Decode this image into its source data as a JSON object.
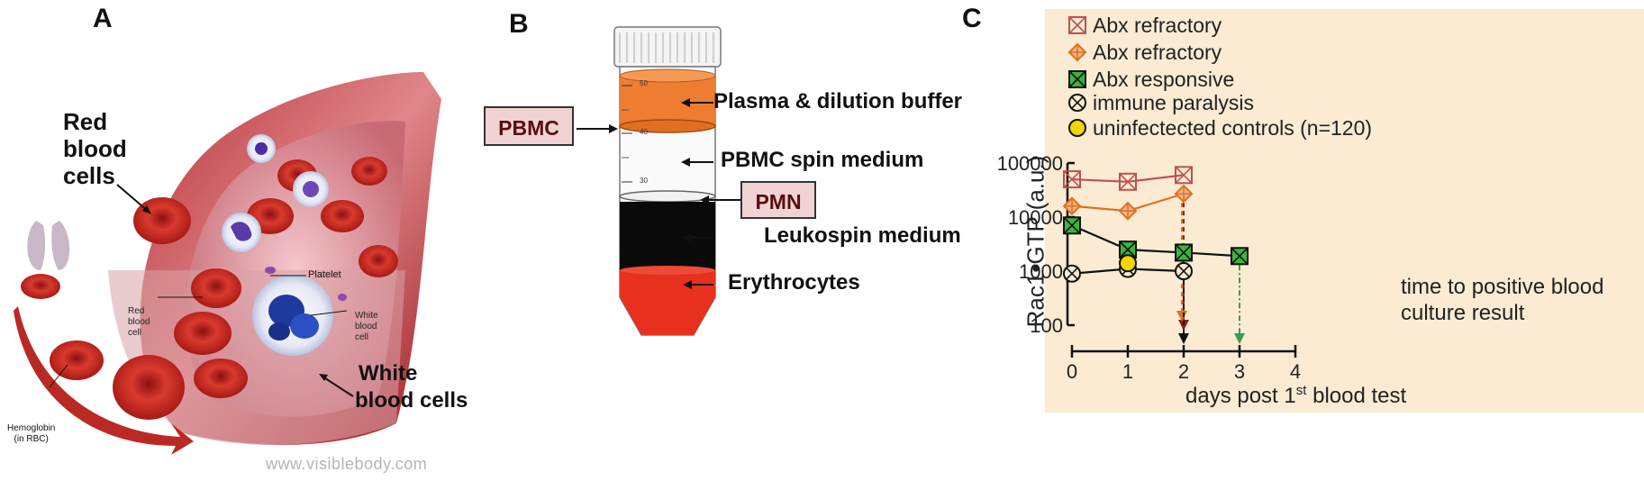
{
  "panels": {
    "a": {
      "letter": "A",
      "red_label_line1": "Red",
      "red_label_line2": "blood",
      "red_label_line3": "cells",
      "white_label_line1": "White",
      "white_label_line2": "blood cells",
      "platelet": "Platelet",
      "rbc_small_1": "Red",
      "rbc_small_2": "blood",
      "rbc_small_3": "cell",
      "wbc_small_1": "White",
      "wbc_small_2": "blood",
      "wbc_small_3": "cell",
      "hemoglobin_1": "Hemoglobin",
      "hemoglobin_2": "(in RBC)",
      "watermark": "www.visiblebody.com"
    },
    "b": {
      "letter": "B",
      "pbmc_box": "PBMC",
      "pmn_box": "PMN",
      "layer_plasma": "Plasma & dilution buffer",
      "layer_pbmc": "PBMC spin medium",
      "layer_leuko": "Leukospin medium",
      "layer_ery": "Erythrocytes",
      "tick_50": "50",
      "tick_40": "40",
      "tick_30": "30"
    },
    "c": {
      "letter": "C",
      "legend": [
        "Abx refractory",
        "Abx refractory",
        "Abx responsive",
        "immune paralysis",
        "uninfectected controls (n=120)"
      ],
      "annotation_1": "time to positive blood",
      "annotation_2": "culture result",
      "xlabel_main": "days post 1",
      "xlabel_sup": "st",
      "xlabel_end": " blood test",
      "ylabel": "Rac1•GTP (a.u.)"
    }
  },
  "chart_data": {
    "type": "line",
    "xlabel": "days post 1st blood test",
    "ylabel": "Rac1•GTP (a.u.)",
    "xlim": [
      0,
      4
    ],
    "ylim": [
      100,
      100000
    ],
    "yscale": "log",
    "x_ticks": [
      "0",
      "1",
      "2",
      "3",
      "4"
    ],
    "y_ticks": [
      "100",
      "1000",
      "10000",
      "100000"
    ],
    "legend_position": "top",
    "series": [
      {
        "name": "Abx refractory",
        "marker": "square-x",
        "color": "#c0504d",
        "points": [
          [
            0,
            50000
          ],
          [
            1,
            45000
          ],
          [
            2,
            60000
          ]
        ]
      },
      {
        "name": "Abx refractory",
        "marker": "diamond-plus",
        "color": "#e07020",
        "points": [
          [
            0,
            16000
          ],
          [
            1,
            13000
          ],
          [
            2,
            27000
          ]
        ]
      },
      {
        "name": "Abx responsive",
        "marker": "square-x-green",
        "color": "#3cb43c",
        "points": [
          [
            0,
            7000
          ],
          [
            1,
            2500
          ],
          [
            2,
            2200
          ],
          [
            3,
            1900
          ]
        ]
      },
      {
        "name": "immune paralysis",
        "marker": "circle-x",
        "color": "#111111",
        "points": [
          [
            0,
            900
          ],
          [
            1,
            1100
          ],
          [
            2,
            1000
          ]
        ]
      },
      {
        "name": "uninfectected controls (n=120)",
        "marker": "circle-yellow",
        "color": "#f2d600",
        "points": [
          [
            1,
            1400
          ]
        ]
      }
    ],
    "arrows": [
      {
        "x": 2,
        "color": "#8b2020",
        "style": "dashed"
      },
      {
        "x": 2,
        "color": "#e07020",
        "style": "dashed"
      },
      {
        "x": 2,
        "color": "#111111",
        "style": "dashed"
      },
      {
        "x": 3,
        "color": "#3a9a50",
        "style": "dash-dot"
      }
    ]
  }
}
